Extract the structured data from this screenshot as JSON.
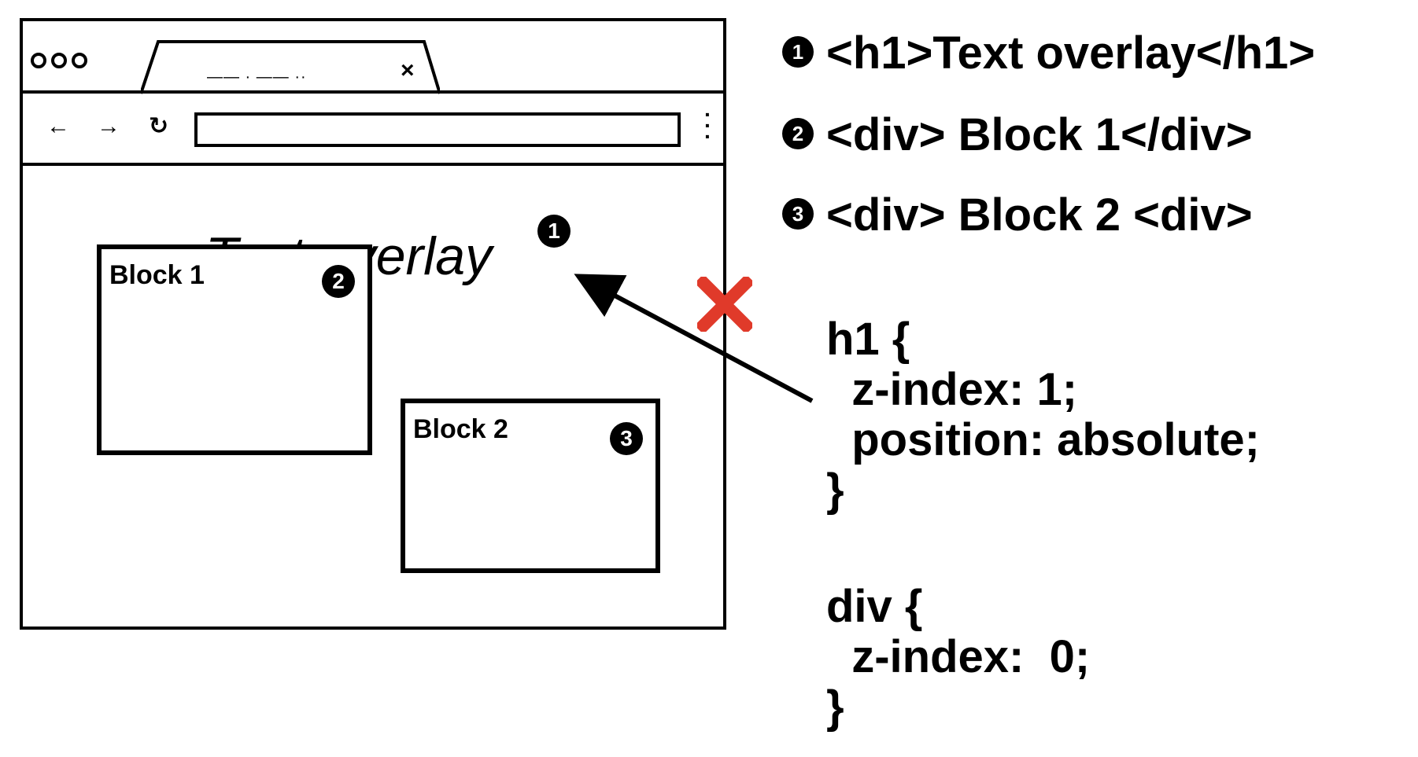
{
  "browser": {
    "tab_lines": "—— · —— ··",
    "tab_close": "×",
    "nav_back": "←",
    "nav_forward": "→",
    "nav_reload": "↻",
    "menu": "⋮"
  },
  "viewport": {
    "overlay_text": "Text overlay",
    "block1": {
      "label": "Block 1",
      "badge": "2"
    },
    "block2": {
      "label": "Block 2",
      "badge": "3"
    },
    "overlay_badge": "1"
  },
  "legend": [
    {
      "badge": "1",
      "text": "<h1>Text overlay</h1>"
    },
    {
      "badge": "2",
      "text": "<div> Block 1</div>"
    },
    {
      "badge": "3",
      "text": "<div> Block 2 <div>"
    }
  ],
  "code": {
    "h1_rule": "h1 {\n  z-index: 1;\n  position: absolute;\n}",
    "div_rule": "div {\n  z-index:  0;\n}"
  },
  "colors": {
    "cross": "#e03a2a",
    "ink": "#000000"
  },
  "icons": [
    "window-dots-icon",
    "tab-close-icon",
    "back-arrow-icon",
    "forward-arrow-icon",
    "reload-icon",
    "kebab-menu-icon",
    "red-x-icon",
    "pointer-arrow-icon"
  ]
}
